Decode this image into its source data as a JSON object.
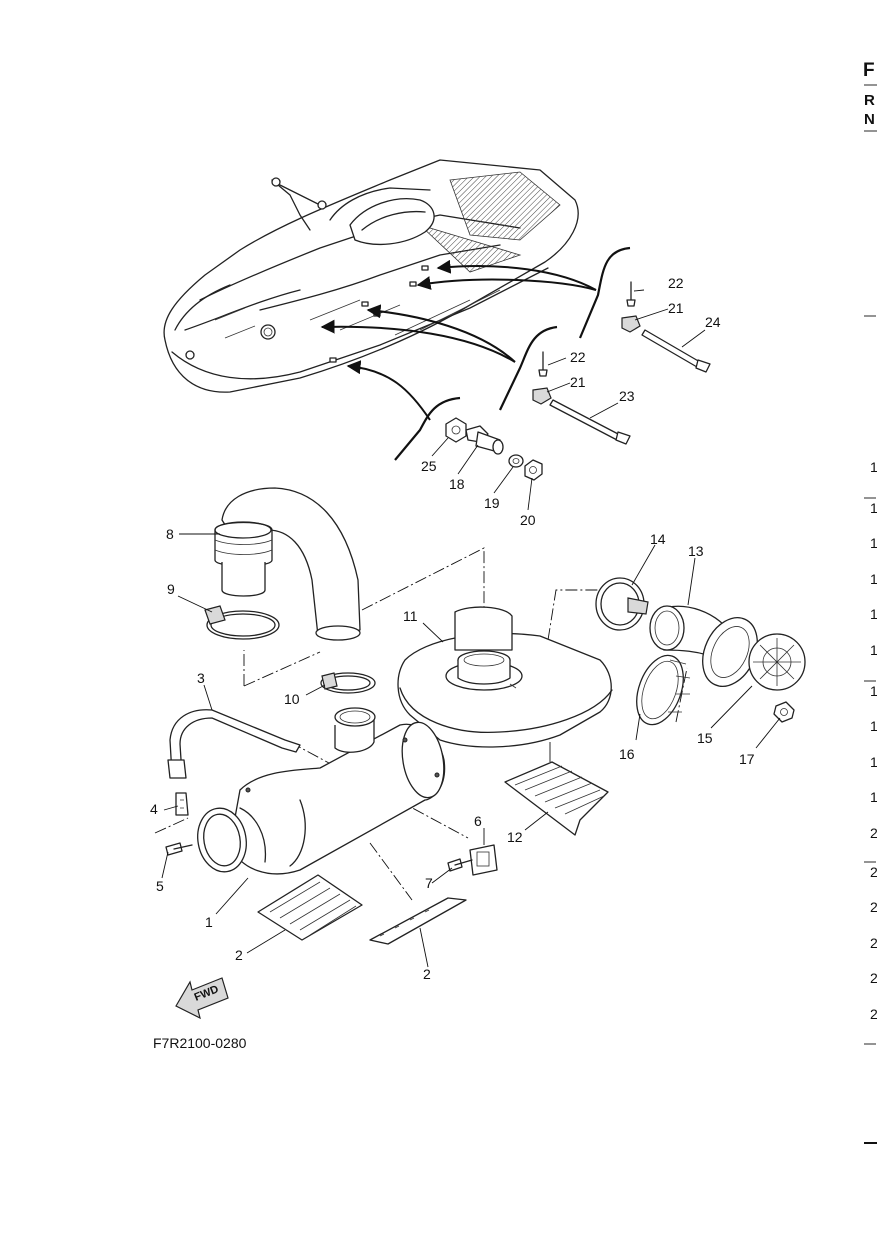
{
  "diagram_code": "F7R2100-0280",
  "fwd_label": "FWD",
  "callouts": [
    "1",
    "2",
    "2",
    "3",
    "4",
    "5",
    "6",
    "7",
    "8",
    "9",
    "10",
    "11",
    "12",
    "13",
    "14",
    "15",
    "16",
    "17",
    "18",
    "19",
    "20",
    "21",
    "21",
    "22",
    "22",
    "23",
    "24",
    "25"
  ],
  "right_edge": {
    "header_letters": [
      "F",
      "R",
      "N"
    ],
    "row_marks": [
      "1",
      "1",
      "1",
      "1",
      "1",
      "1",
      "1",
      "1",
      "1",
      "1",
      "2",
      "2",
      "2",
      "2",
      "2",
      "2"
    ]
  }
}
